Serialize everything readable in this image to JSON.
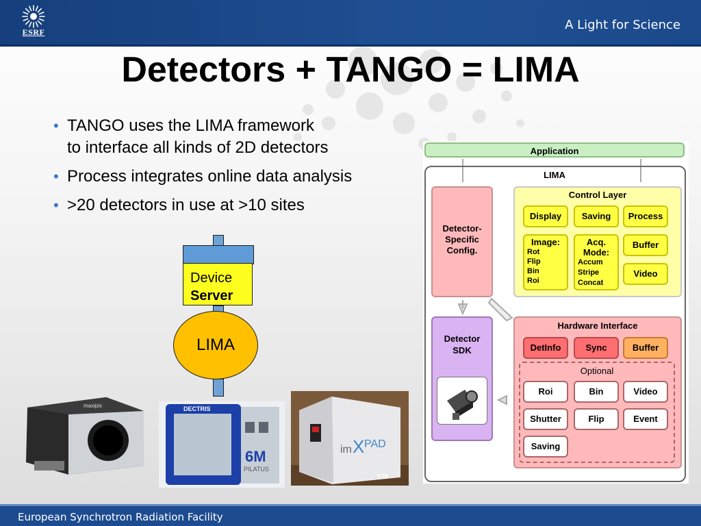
{
  "header": {
    "logo_text": "ESRF",
    "tagline": "A Light for Science"
  },
  "slide": {
    "title": "Detectors + TANGO = LIMA",
    "bullets": [
      {
        "line1": "TANGO uses the LIMA framework",
        "line2": "to interface all kinds of 2D detectors"
      },
      {
        "line1": "Process integrates online data analysis",
        "line2": ""
      },
      {
        "line1": ">20 detectors in use at >10 sites",
        "line2": ""
      }
    ]
  },
  "device_server": {
    "label_line1": "Device",
    "label_line2": "Server",
    "lima": "LIMA"
  },
  "photos": {
    "maxipix": "maxipix",
    "dectris": "DECTRIS",
    "pilatus_model": "6M",
    "pilatus_name": "PILATUS",
    "imxpad_im": "im",
    "imxpad_x": "X",
    "imxpad_pad": "PAD",
    "imxpad_model": "S70"
  },
  "architecture": {
    "application": "Application",
    "lima": "LIMA",
    "detector_config": "Detector-\nSpecific\nConfig.",
    "control_layer": "Control Layer",
    "display": "Display",
    "saving": "Saving",
    "process": "Process",
    "image_title": "Image:",
    "image_items": "Rot\nFlip\nBin\nRoi",
    "acq_title": "Acq.\nMode:",
    "acq_items": "Accum\nStripe\nConcat",
    "buffer": "Buffer",
    "video": "Video",
    "detector_sdk": "Detector\nSDK",
    "hardware_interface": "Hardware Interface",
    "detinfo": "DetInfo",
    "sync": "Sync",
    "hw_buffer": "Buffer",
    "optional": "Optional",
    "roi": "Roi",
    "bin": "Bin",
    "opt_video": "Video",
    "shutter": "Shutter",
    "flip": "Flip",
    "event": "Event",
    "opt_saving": "Saving"
  },
  "footer": {
    "text": "European Synchrotron Radiation Facility"
  },
  "colors": {
    "header_blue": "#1f4f93",
    "bullet_blue": "#3a78c8",
    "device_server_yellow": "#ffff1f",
    "lima_orange": "#ffc000",
    "application_green": "#c9efc3"
  }
}
